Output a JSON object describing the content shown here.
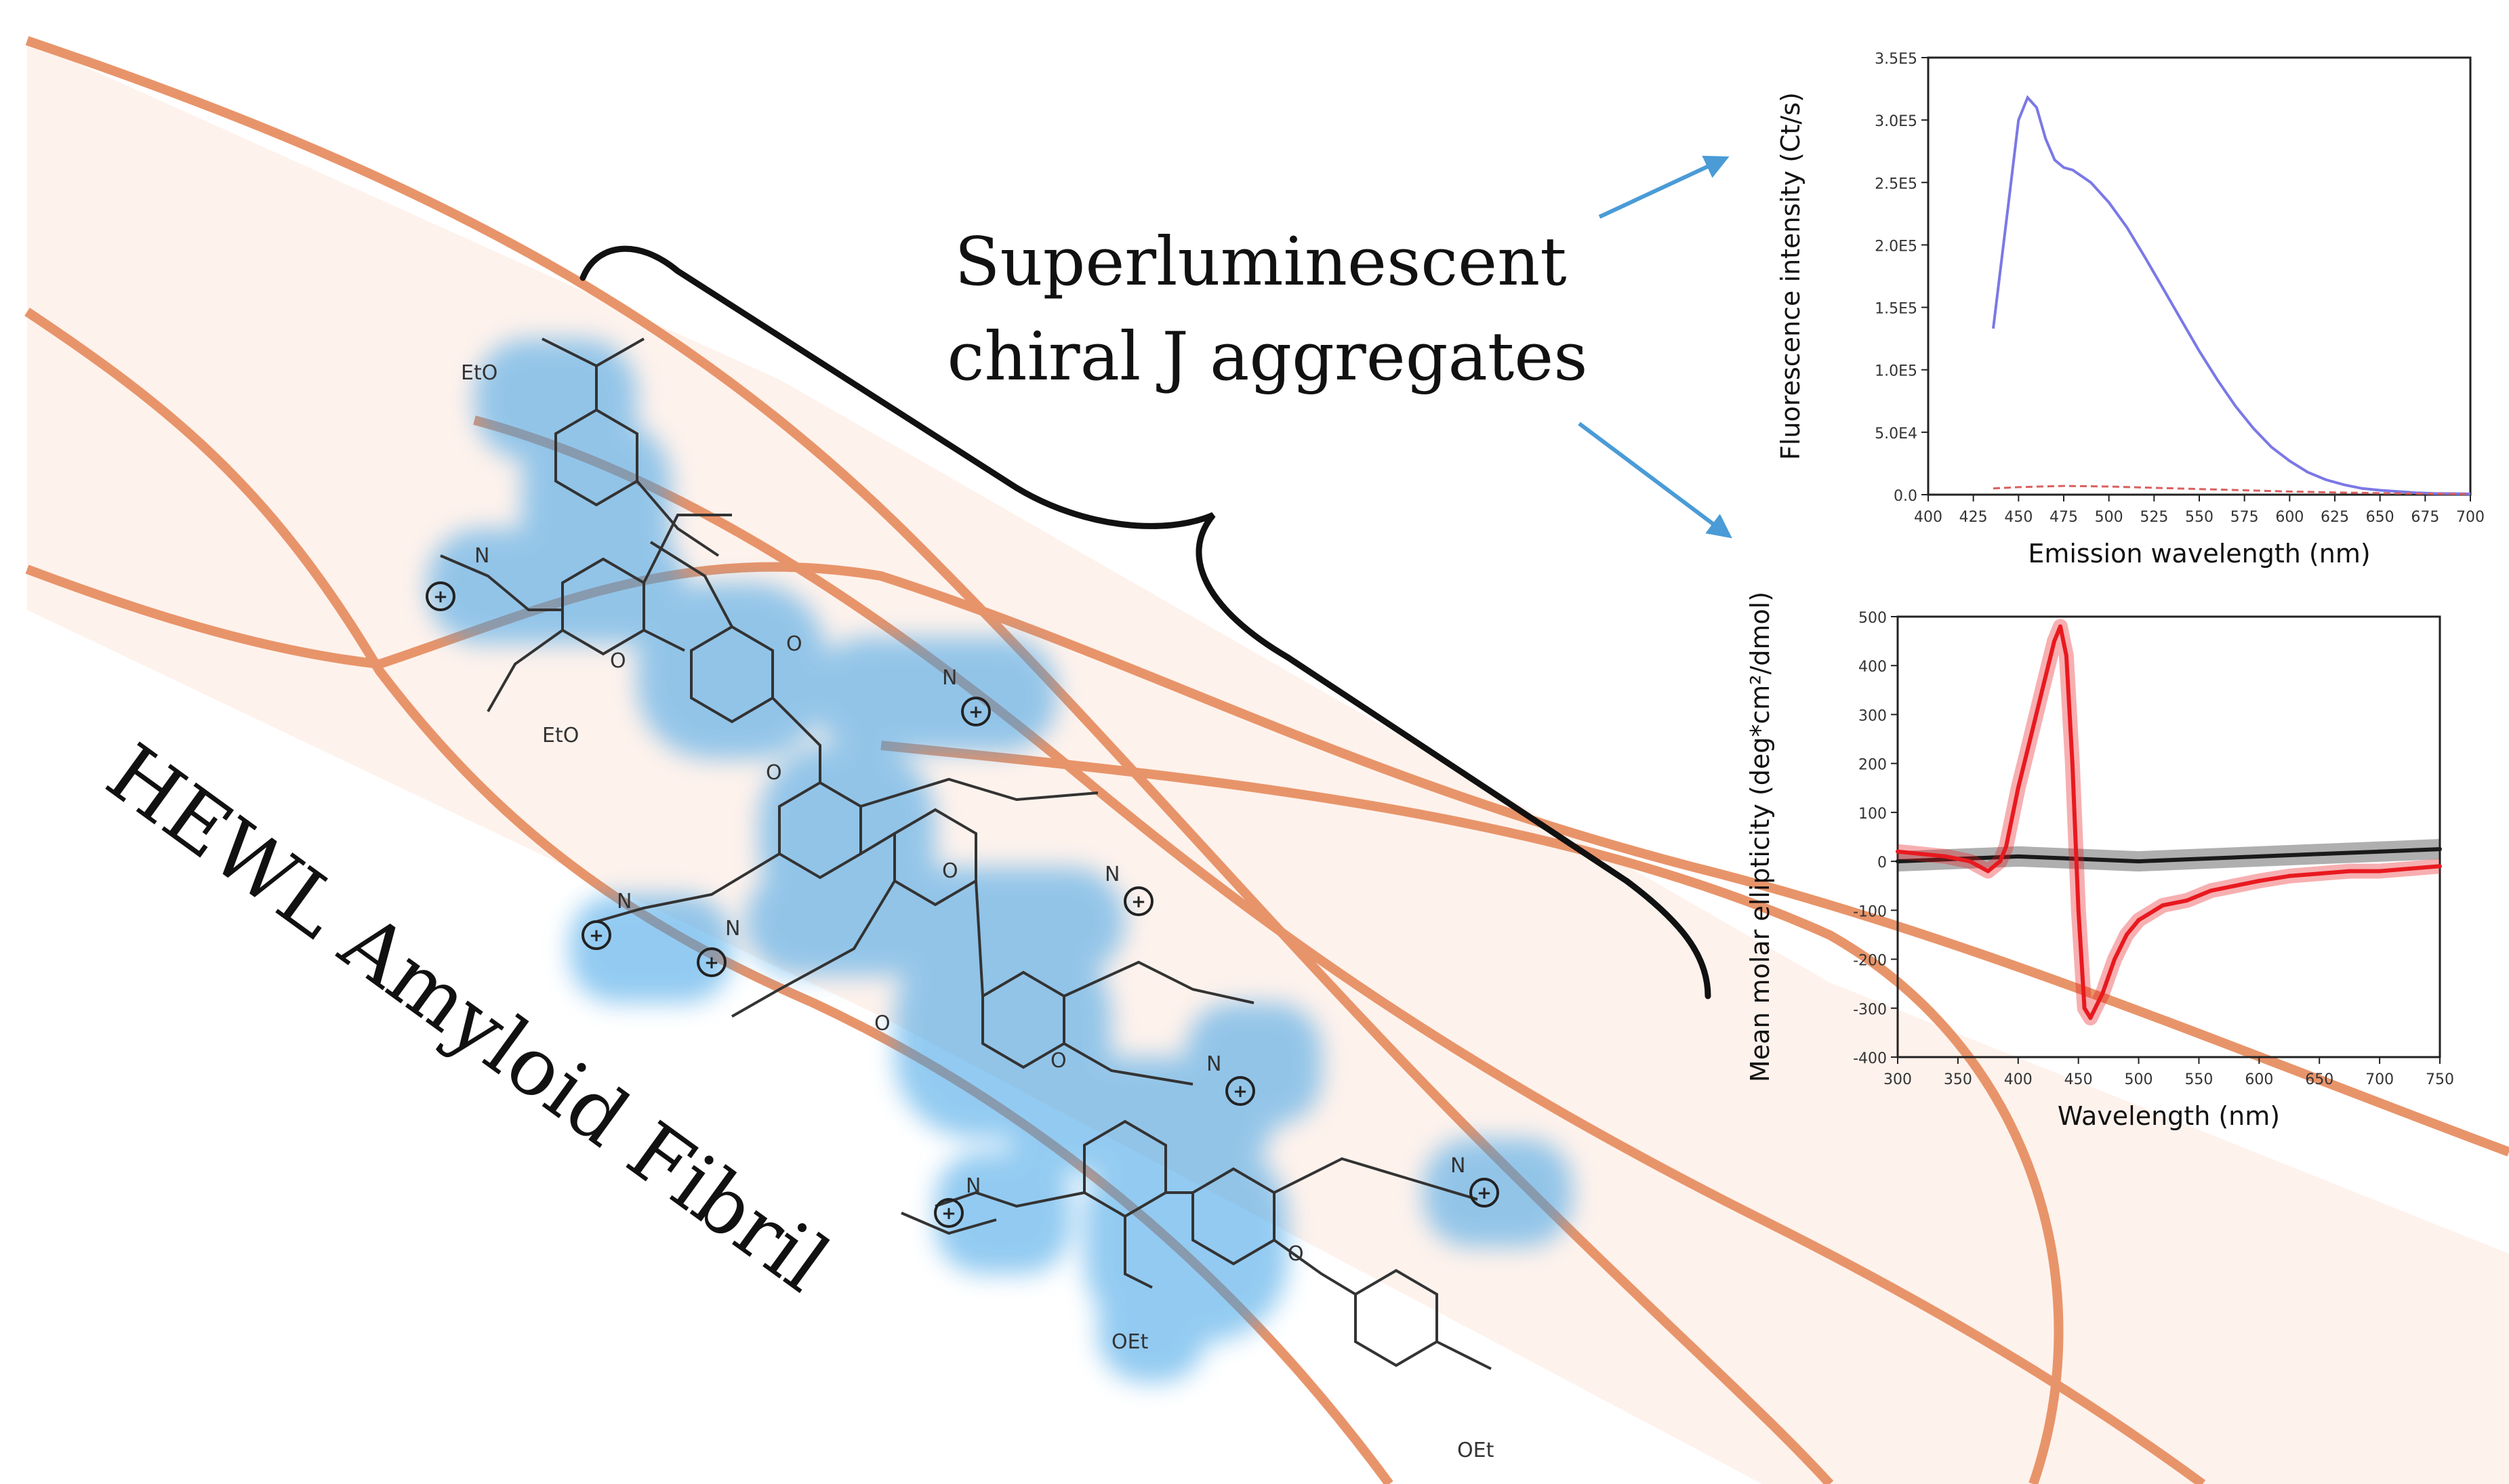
{
  "headline": {
    "line1": "Superluminescent",
    "line2": "chiral J aggregates"
  },
  "fibril_label": "HEWL Amyloid Fibril",
  "molecule": {
    "group_ester_top": "EtO",
    "group_ester_mid": "EtO",
    "group_ester_bottom1": "OEt",
    "group_ester_bottom2": "OEt",
    "atom_n": "N",
    "atom_o": "O",
    "charge_symbol": "+"
  },
  "colors": {
    "fibril": "#e8946a",
    "fibril_fill": "#fdeee6",
    "halo": "#3aa0e6",
    "arrow": "#4a9bd6",
    "emission_line": "#7b78e6",
    "control_line": "#d96060",
    "cd_sample": "#e8191f",
    "cd_control": "#1a1a1a"
  },
  "chart_data": [
    {
      "type": "line",
      "xlabel": "Emission wavelength (nm)",
      "ylabel": "Fluorescence intensity (Ct/s)",
      "xlim": [
        400,
        700
      ],
      "ylim": [
        0,
        350000
      ],
      "xticks": [
        "400",
        "425",
        "450",
        "475",
        "500",
        "525",
        "550",
        "575",
        "600",
        "625",
        "650",
        "675",
        "700"
      ],
      "yticks": [
        "0.0",
        "5.0E4",
        "1.0E5",
        "1.5E5",
        "2.0E5",
        "2.5E5",
        "3.0E5",
        "3.5E5"
      ],
      "series": [
        {
          "x": [
            436,
            445,
            450,
            455,
            460,
            465,
            470,
            475,
            480,
            490,
            500,
            510,
            520,
            530,
            540,
            550,
            560,
            570,
            580,
            590,
            600,
            610,
            620,
            630,
            640,
            650,
            660,
            670,
            680,
            690,
            700
          ],
          "y": [
            133000,
            240000,
            300000,
            318000,
            310000,
            285000,
            268000,
            262000,
            260000,
            250000,
            234000,
            214000,
            190000,
            165000,
            140000,
            115000,
            92000,
            71000,
            53000,
            38000,
            27000,
            18000,
            12000,
            8000,
            5000,
            3500,
            2500,
            1500,
            1000,
            800,
            600
          ]
        },
        {
          "x": [
            436,
            450,
            475,
            500,
            525,
            550,
            575,
            600,
            625,
            650,
            675,
            700
          ],
          "y": [
            5000,
            6000,
            7000,
            6500,
            5500,
            4500,
            3500,
            2500,
            1800,
            1200,
            800,
            500
          ]
        }
      ]
    },
    {
      "type": "scatter",
      "xlabel": "Wavelength (nm)",
      "ylabel": "Mean molar ellipticity (deg*cm²/dmol)",
      "xlim": [
        300,
        750
      ],
      "ylim": [
        -400,
        500
      ],
      "xticks": [
        "300",
        "350",
        "400",
        "450",
        "500",
        "550",
        "600",
        "650",
        "700",
        "750"
      ],
      "yticks": [
        "-400",
        "-300",
        "-200",
        "-100",
        "0",
        "100",
        "200",
        "300",
        "400",
        "500"
      ],
      "series": [
        {
          "x": [
            300,
            320,
            340,
            360,
            375,
            385,
            390,
            400,
            410,
            420,
            430,
            435,
            440,
            445,
            450,
            455,
            460,
            470,
            480,
            490,
            500,
            520,
            540,
            560,
            580,
            600,
            625,
            650,
            675,
            700,
            725,
            750
          ],
          "y": [
            20,
            15,
            10,
            0,
            -20,
            0,
            30,
            150,
            250,
            350,
            450,
            480,
            420,
            200,
            -100,
            -300,
            -320,
            -270,
            -200,
            -150,
            -120,
            -90,
            -80,
            -60,
            -50,
            -40,
            -30,
            -25,
            -20,
            -20,
            -15,
            -10
          ]
        },
        {
          "x": [
            300,
            350,
            400,
            450,
            500,
            550,
            600,
            650,
            700,
            750
          ],
          "y": [
            0,
            5,
            10,
            5,
            0,
            5,
            10,
            15,
            20,
            25
          ]
        }
      ]
    }
  ]
}
